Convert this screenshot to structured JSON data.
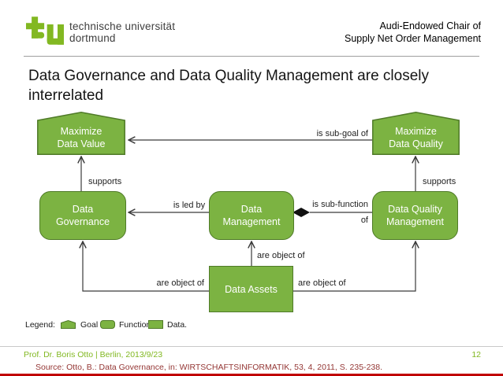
{
  "colors": {
    "brand_green": "#82b822",
    "box_fill": "#7cb342",
    "box_border": "#4f7a28",
    "line_color": "#3a3a3a",
    "source_red": "#943634",
    "bar_red": "#c00000"
  },
  "header": {
    "logo_line1": "technische universität",
    "logo_line2": "dortmund",
    "chair_line1": "Audi-Endowed Chair of",
    "chair_line2": "Supply Net Order Management"
  },
  "title": "Data Governance and Data Quality Management are closely interrelated",
  "diagram": {
    "nodes": [
      {
        "id": "goal-value",
        "shape": "goal",
        "label_line1": "Maximize",
        "label_line2": "Data Value"
      },
      {
        "id": "goal-quality",
        "shape": "goal",
        "label_line1": "Maximize",
        "label_line2": "Data Quality"
      },
      {
        "id": "data-governance",
        "shape": "function",
        "label_line1": "Data",
        "label_line2": "Governance"
      },
      {
        "id": "data-management",
        "shape": "function",
        "label_line1": "Data",
        "label_line2": "Management"
      },
      {
        "id": "data-quality-management",
        "shape": "function",
        "label_line1": "Data Quality",
        "label_line2": "Management"
      },
      {
        "id": "data-assets",
        "shape": "data",
        "label_line1": "Data Assets"
      }
    ],
    "edge_labels": {
      "sub_goal": "is sub-goal of",
      "supports_left": "supports",
      "supports_right": "supports",
      "is_led_by": "is led by",
      "sub_function_line1": "is sub-function",
      "sub_function_line2": "of",
      "object_center": "are object of",
      "object_left": "are object of",
      "object_right": "are object of"
    }
  },
  "legend": {
    "title": "Legend:",
    "items": [
      {
        "label": "Goal",
        "shape": "goal"
      },
      {
        "label": "Function",
        "shape": "function"
      },
      {
        "label": "Data.",
        "shape": "data"
      }
    ]
  },
  "footer": {
    "author": "Prof. Dr. Boris Otto | Berlin, 2013/9/23",
    "page": "12",
    "source": "Source: Otto, B.: Data Governance, in: WIRTSCHAFTSINFORMATIK, 53, 4, 2011, S. 235-238."
  }
}
